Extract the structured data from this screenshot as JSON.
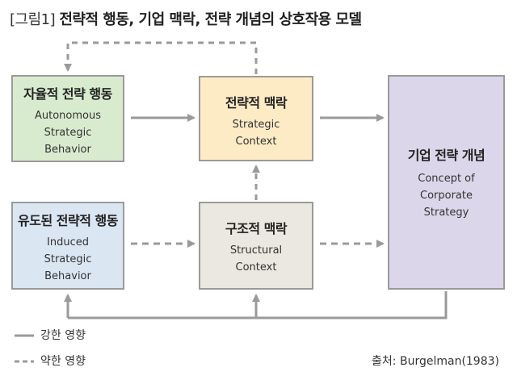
{
  "title": {
    "tag": "[그림1]",
    "text": "전략적 행동, 기업 맥락, 전략 개념의 상호작용 모델"
  },
  "boxes": {
    "autonomous": {
      "title_ko": "자율적 전략 행동",
      "title_en": "Autonomous\nStrategic\nBehavior"
    },
    "strategic_context": {
      "title_ko": "전략적 맥락",
      "title_en": "Strategic\nContext"
    },
    "induced": {
      "title_ko": "유도된 전략적 행동",
      "title_en": "Induced\nStrategic\nBehavior"
    },
    "structural_context": {
      "title_ko": "구조적 맥락",
      "title_en": "Structural\nContext"
    },
    "concept": {
      "title_ko": "기업 전략 개념",
      "title_en": "Concept of\nCorporate\nStrategy"
    }
  },
  "legend": {
    "strong": "강한 영향",
    "weak": "약한 영향"
  },
  "source": "출처: Burgelman(1983)",
  "colors": {
    "line": "#9a9a9a",
    "green": "#d9ebcf",
    "yellow": "#fdebc6",
    "blue": "#dbe6f3",
    "beige": "#ebe7e1",
    "purple": "#dcd6ea"
  }
}
